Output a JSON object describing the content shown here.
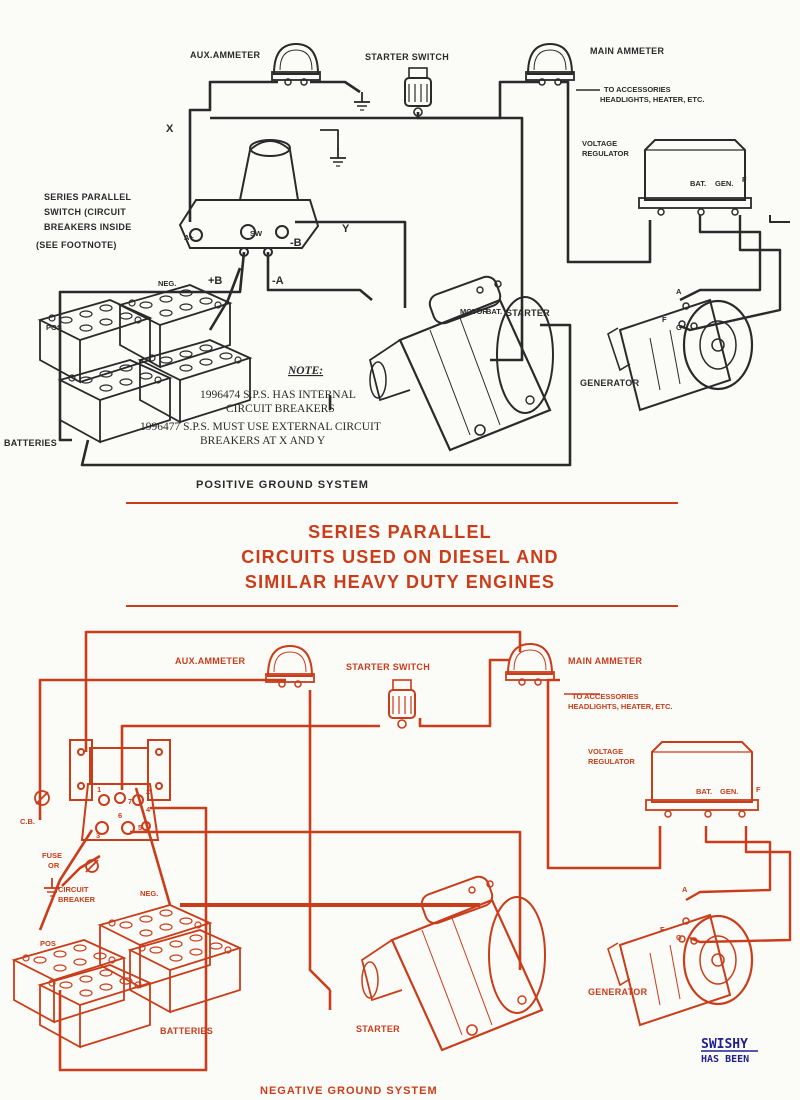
{
  "colors": {
    "top_ink": "#2a2a2a",
    "bottom_ink": "#c93d1a",
    "title_red": "#c93d1a",
    "watermark_blue": "#1f1f8f"
  },
  "top_diagram": {
    "labels": {
      "aux_ammeter": "AUX.AMMETER",
      "starter_switch": "STARTER SWITCH",
      "main_ammeter": "MAIN AMMETER",
      "accessories_1": "TO ACCESSORIES",
      "accessories_2": "HEADLIGHTS, HEATER, ETC.",
      "voltage_1": "VOLTAGE",
      "voltage_2": "REGULATOR",
      "sps_1": "SERIES PARALLEL",
      "sps_2": "SWITCH (CIRCUIT",
      "sps_3": "BREAKERS INSIDE",
      "sps_4": "(SEE FOOTNOTE)",
      "x": "X",
      "y": "Y",
      "neg": "NEG.",
      "pos": "POS",
      "starter": "STARTER",
      "generator": "GENERATOR",
      "batteries": "BATTERIES",
      "plus_b": "+B",
      "minus_a": "-A",
      "minus_b": "-B",
      "a_plus": "A+",
      "sw": "SW",
      "bat": "BAT.",
      "gen": "GEN.",
      "f": "F",
      "a": "A",
      "g": "G",
      "motor": "MOTOR"
    },
    "note": {
      "heading": "NOTE:",
      "line1": "1996474 S.P.S. HAS INTERNAL",
      "line2": "CIRCUIT BREAKERS",
      "line3": "1996477 S.P.S. MUST USE EXTERNAL CIRCUIT",
      "line4": "BREAKERS AT X AND Y"
    },
    "caption": "POSITIVE GROUND SYSTEM"
  },
  "title": {
    "line1": "SERIES PARALLEL",
    "line2": "CIRCUITS USED ON DIESEL AND",
    "line3": "SIMILAR HEAVY DUTY ENGINES"
  },
  "bottom_diagram": {
    "labels": {
      "aux_ammeter": "AUX.AMMETER",
      "starter_switch": "STARTER SWITCH",
      "main_ammeter": "MAIN AMMETER",
      "accessories_1": "TO ACCESSORIES",
      "accessories_2": "HEADLIGHTS, HEATER, ETC.",
      "voltage_1": "VOLTAGE",
      "voltage_2": "REGULATOR",
      "cb": "C.B.",
      "fuse_1": "FUSE",
      "fuse_2": "OR",
      "fuse_3": "CIRCUIT",
      "fuse_4": "BREAKER",
      "neg": "NEG.",
      "pos": "POS",
      "starter": "STARTER",
      "generator": "GENERATOR",
      "batteries": "BATTERIES",
      "bat": "BAT.",
      "gen": "GEN.",
      "f": "F",
      "a": "A",
      "g": "G",
      "t1": "1",
      "t2": "2",
      "t3": "3",
      "t4": "4",
      "t5": "5",
      "t6": "6",
      "t7": "7"
    },
    "caption": "NEGATIVE GROUND SYSTEM"
  },
  "watermark": {
    "line1": "SWISHY",
    "line2": "HAS BEEN"
  }
}
